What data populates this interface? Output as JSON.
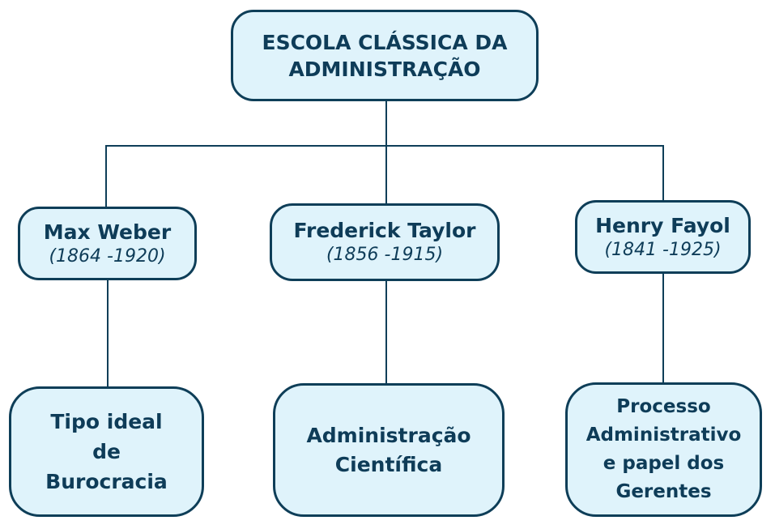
{
  "root": {
    "lines": [
      "ESCOLA CLÁSSICA DA",
      "ADMINISTRAÇÃO"
    ]
  },
  "people": [
    {
      "name": "Max Weber",
      "years": "(1864 -1920)",
      "contribution": [
        "Tipo ideal",
        "de",
        "Burocracia"
      ]
    },
    {
      "name": "Frederick Taylor",
      "years": "(1856 -1915)",
      "contribution": [
        "Administração",
        "Científica"
      ]
    },
    {
      "name": "Henry Fayol",
      "years": "(1841 -1925)",
      "contribution": [
        "Processo",
        "Administrativo",
        "e papel dos",
        "Gerentes"
      ]
    }
  ],
  "colors": {
    "node_fill": "#dff3fb",
    "node_border": "#0e3e58",
    "text": "#0e3c58",
    "connector": "#0e3e58",
    "background": "#ffffff"
  }
}
